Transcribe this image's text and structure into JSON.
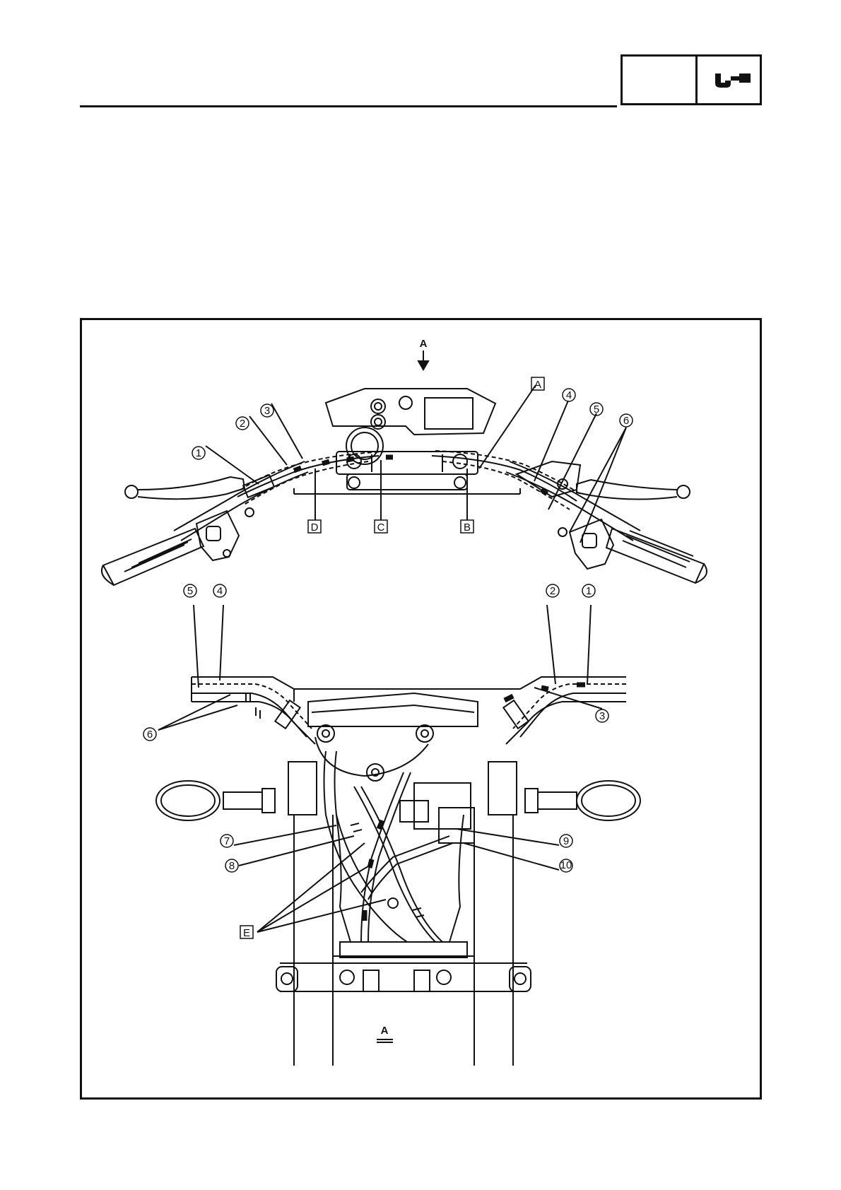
{
  "header": {
    "section_icon": "caliper-tool-icon"
  },
  "figure": {
    "view_label": "A",
    "view_caption": "A",
    "callouts_top": [
      "1",
      "2",
      "3",
      "4",
      "5",
      "6"
    ],
    "letters_top": [
      "A",
      "B",
      "C",
      "D"
    ],
    "callouts_bottom_left": [
      "5",
      "4",
      "6",
      "7",
      "8"
    ],
    "callouts_bottom_right": [
      "2",
      "1",
      "3",
      "9",
      "10"
    ],
    "letters_bottom": [
      "E"
    ]
  }
}
